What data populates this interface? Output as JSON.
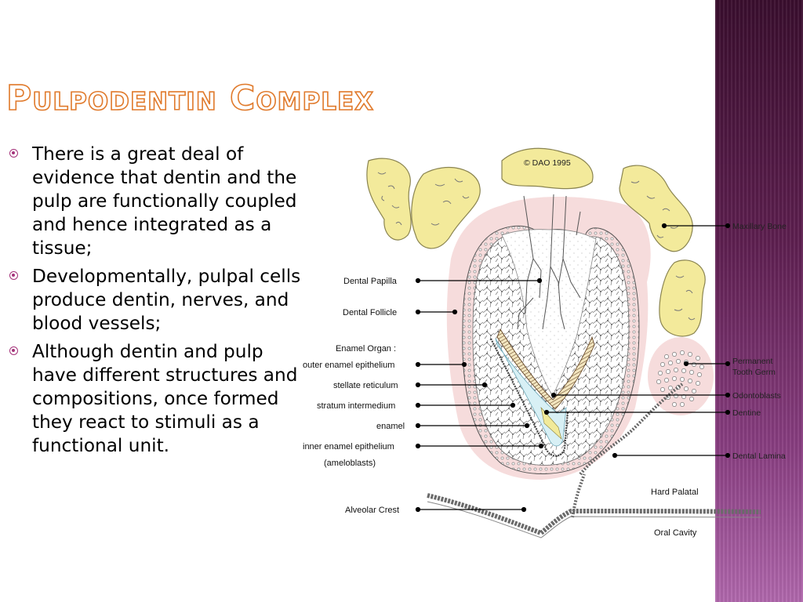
{
  "slide": {
    "title": "Pulpodentin Complex",
    "bullets": [
      "There is a great deal of evidence that dentin and the pulp are functionally coupled and hence integrated as a tissue;",
      "Developmentally, pulpal cells produce dentin, nerves, and blood vessels;",
      "Although dentin and pulp have different structures and compositions, once formed they react to stimuli as a functional unit."
    ]
  },
  "diagram": {
    "copyright": "© DAO 1995",
    "left_labels": {
      "dental_papilla": "Dental  Papilla",
      "dental_follicle": "Dental  Follicle",
      "enamel_organ": "Enamel  Organ :",
      "outer_enamel_epithelium": "outer enamel epithelium",
      "stellate_reticulum": "stellate reticulum",
      "stratum_intermedium": "stratum intermedium",
      "enamel": "enamel",
      "inner_enamel_epithelium": "inner enamel epithelium",
      "ameloblasts": "(ameloblasts)",
      "alveolar_crest": "Alveolar Crest"
    },
    "right_labels": {
      "maxillary_bone": "Maxillary Bone",
      "permanent_tooth_germ_1": "Permanent",
      "permanent_tooth_germ_2": "Tooth  Germ",
      "odontoblasts": "Odontoblasts",
      "dentine": "Dentine",
      "dental_lamina": "Dental  Lamina",
      "hard_palatal": "Hard Palatal",
      "oral_cavity": "Oral Cavity"
    }
  }
}
